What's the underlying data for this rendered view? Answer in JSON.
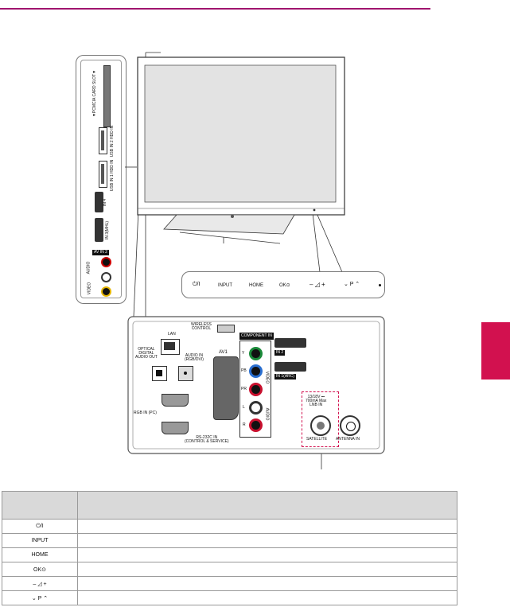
{
  "side_panel": {
    "pcmcia_label": "▼PCMCIA CARD SLOT▼",
    "usb2_label": "USB IN 2 HDD IN",
    "usb1_label": "USB IN 1 HDD IN",
    "hdmi4_label": "IN 4",
    "hdmi3_label": "IN 3(MHL)",
    "av2_label": "AV IN 2",
    "audio_label": "AUDIO",
    "video_label": "VIDEO"
  },
  "control_bar": {
    "power": "⏻/I",
    "input": "INPUT",
    "home": "HOME",
    "ok": "OK⊙",
    "volume": "– ◿ +",
    "program": "⌄ P ⌃"
  },
  "rear_panel": {
    "wireless": "WIRELESS\nCONTROL",
    "lan": "LAN",
    "optical": "OPTICAL\nDIGITAL\nAUDIO OUT",
    "audio_in": "AUDIO IN\n(RGB/DVI)",
    "av1": "AV1",
    "component": "COMPONENT IN",
    "y": "Y",
    "pb": "PB",
    "pr": "PR",
    "l": "L",
    "r": "R",
    "video_vert": "VIDEO",
    "audio_vert": "AUDIO",
    "hdmi2": "IN 2",
    "hdmi1": "IN 1(ARC)",
    "rgb_in": "RGB IN (PC)",
    "rs232": "RS-232C IN\n(CONTROL & SERVICE)",
    "satellite_spec": "13/18V ⎓\n700mA Max\nLNB IN",
    "satellite": "SATELLITE",
    "antenna": "ANTENNA IN"
  },
  "table": {
    "rows": [
      "⏻/I",
      "INPUT",
      "HOME",
      "OK⊙",
      "– ◿ +",
      "⌄ P ⌃"
    ]
  }
}
